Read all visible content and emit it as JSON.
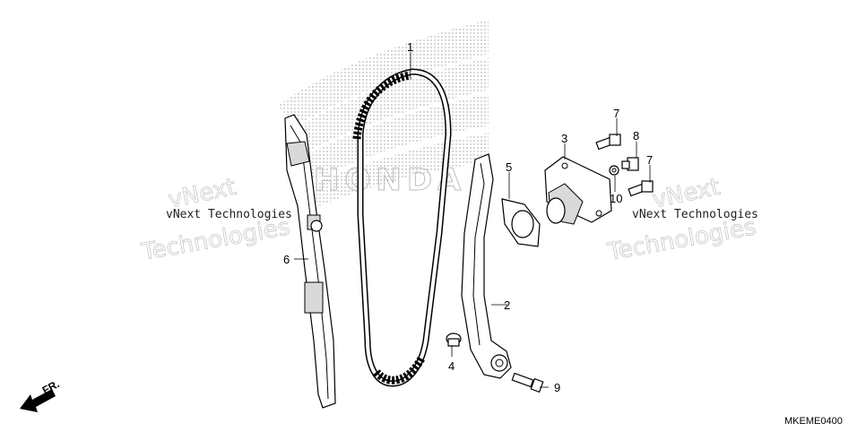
{
  "diagram": {
    "callouts": [
      {
        "id": "1",
        "label": "1"
      },
      {
        "id": "2",
        "label": "2"
      },
      {
        "id": "3",
        "label": "3"
      },
      {
        "id": "4",
        "label": "4"
      },
      {
        "id": "5",
        "label": "5"
      },
      {
        "id": "6",
        "label": "6"
      },
      {
        "id": "7a",
        "label": "7"
      },
      {
        "id": "7b",
        "label": "7"
      },
      {
        "id": "8",
        "label": "8"
      },
      {
        "id": "9",
        "label": "9"
      },
      {
        "id": "10",
        "label": "10"
      }
    ],
    "direction_label": "FR.",
    "diagram_code": "MKEME0400",
    "watermark": {
      "line1": "vNext Technologies",
      "line2": "vNext",
      "line3": "Technologies"
    },
    "brand_background": "HONDA"
  }
}
